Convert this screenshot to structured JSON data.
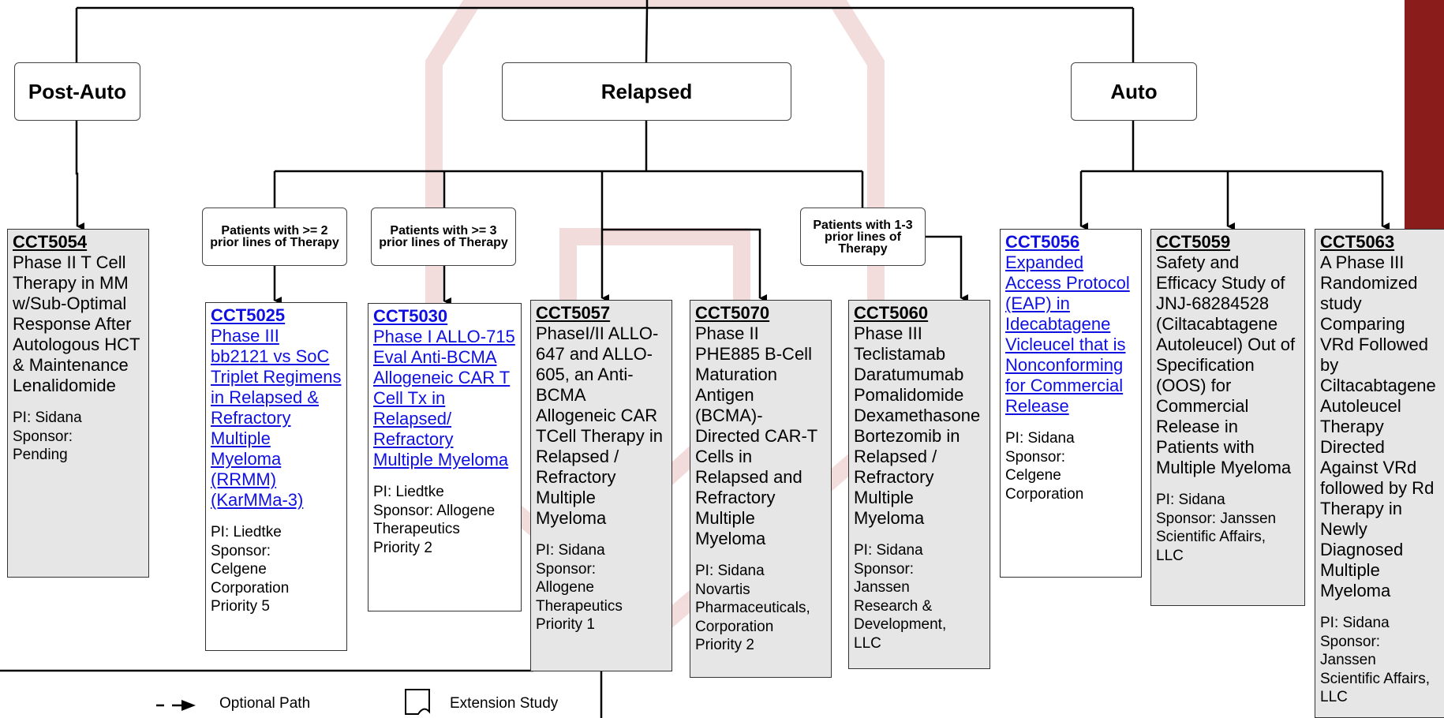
{
  "categories": [
    {
      "id": "post-auto",
      "label": "Post-Auto"
    },
    {
      "id": "relapsed",
      "label": "Relapsed"
    },
    {
      "id": "auto",
      "label": "Auto"
    }
  ],
  "criteria": [
    {
      "id": "ge2",
      "label": "Patients with >= 2 prior lines of Therapy"
    },
    {
      "id": "ge3",
      "label": "Patients with >= 3 prior lines of Therapy"
    },
    {
      "id": "1to3",
      "label": "Patients with 1-3 prior lines of Therapy"
    }
  ],
  "trials": [
    {
      "id": "CCT5054",
      "title": "Phase II T Cell Therapy in MM w/Sub-Optimal Response After Autologous HCT & Maintenance Lenalidomide",
      "info": "PI: Sidana\nSponsor:\nPending",
      "style": "gray",
      "link": false
    },
    {
      "id": "CCT5025",
      "title": "Phase III bb2121 vs SoC Triplet Regimens in Relapsed & Refractory Multiple Myeloma (RRMM) (KarMMa-3)",
      "info": "PI: Liedtke\nSponsor:\nCelgene\nCorporation\nPriority 5",
      "style": "white",
      "link": true
    },
    {
      "id": "CCT5030",
      "title": "Phase I ALLO-715 Eval Anti-BCMA Allogeneic CAR T Cell Tx in Relapsed/ Refractory Multiple Myeloma",
      "info": "PI: Liedtke\nSponsor: Allogene\nTherapeutics\nPriority 2",
      "style": "white",
      "link": true
    },
    {
      "id": "CCT5057",
      "title": "PhaseI/II ALLO-647 and ALLO-605, an Anti-BCMA Allogeneic CAR TCell Therapy in Relapsed / Refractory Multiple Myeloma",
      "info": "PI: Sidana\nSponsor:\nAllogene\nTherapeutics\nPriority 1",
      "style": "gray",
      "link": false
    },
    {
      "id": "CCT5070",
      "title": "Phase II PHE885 B-Cell Maturation Antigen (BCMA)- Directed CAR-T Cells in Relapsed and Refractory Multiple Myeloma",
      "info": "PI: Sidana\nNovartis\nPharmaceuticals,\nCorporation\nPriority 2",
      "style": "gray",
      "link": false
    },
    {
      "id": "CCT5060",
      "title": "Phase III Teclistamab Daratumumab Pomalidomide Dexamethasone Bortezomib in Relapsed / Refractory Multiple Myeloma",
      "info": "PI: Sidana\nSponsor:\nJanssen\nResearch &\nDevelopment,\nLLC",
      "style": "gray",
      "link": false
    },
    {
      "id": "CCT5056",
      "title": "Expanded Access Protocol (EAP) in Idecabtagene Vicleucel that is Nonconforming for Commercial Release",
      "info": "PI: Sidana\nSponsor:\nCelgene\nCorporation",
      "style": "white",
      "link": true
    },
    {
      "id": "CCT5059",
      "title": "Safety and Efficacy Study of JNJ-68284528 (Ciltacabtagene Autoleucel) Out of Specification (OOS) for Commercial Release in Patients with Multiple Myeloma",
      "info": "PI: Sidana\nSponsor: Janssen\nScientific Affairs,\nLLC",
      "style": "gray",
      "link": false
    },
    {
      "id": "CCT5063",
      "title": "A Phase III Randomized study Comparing VRd Followed by Ciltacabtagene Autoleucel Therapy Directed Against VRd followed by Rd Therapy in Newly Diagnosed Multiple Myeloma",
      "info": "PI: Sidana\nSponsor:\nJanssen\nScientific Affairs,\nLLC",
      "style": "gray",
      "link": false
    }
  ],
  "legend": {
    "optional_path": "Optional Path",
    "extension_study": "Extension Study"
  },
  "colors": {
    "link": "#1010e0",
    "gray_box": "#e6e6e6",
    "accent_bar": "#8b1c1c",
    "watermark": "#f3dede"
  }
}
